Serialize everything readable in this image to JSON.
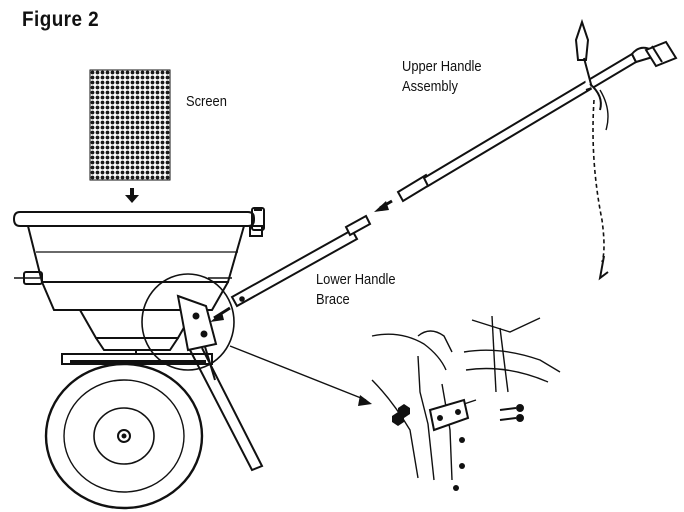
{
  "figure": {
    "title": "Figure 2"
  },
  "labels": {
    "screen": "Screen",
    "upper_handle_line1": "Upper Handle",
    "upper_handle_line2": "Assembly",
    "lower_brace_line1": "Lower Handle",
    "lower_brace_line2": "Brace"
  },
  "colors": {
    "ink": "#111111",
    "background": "#ffffff"
  }
}
